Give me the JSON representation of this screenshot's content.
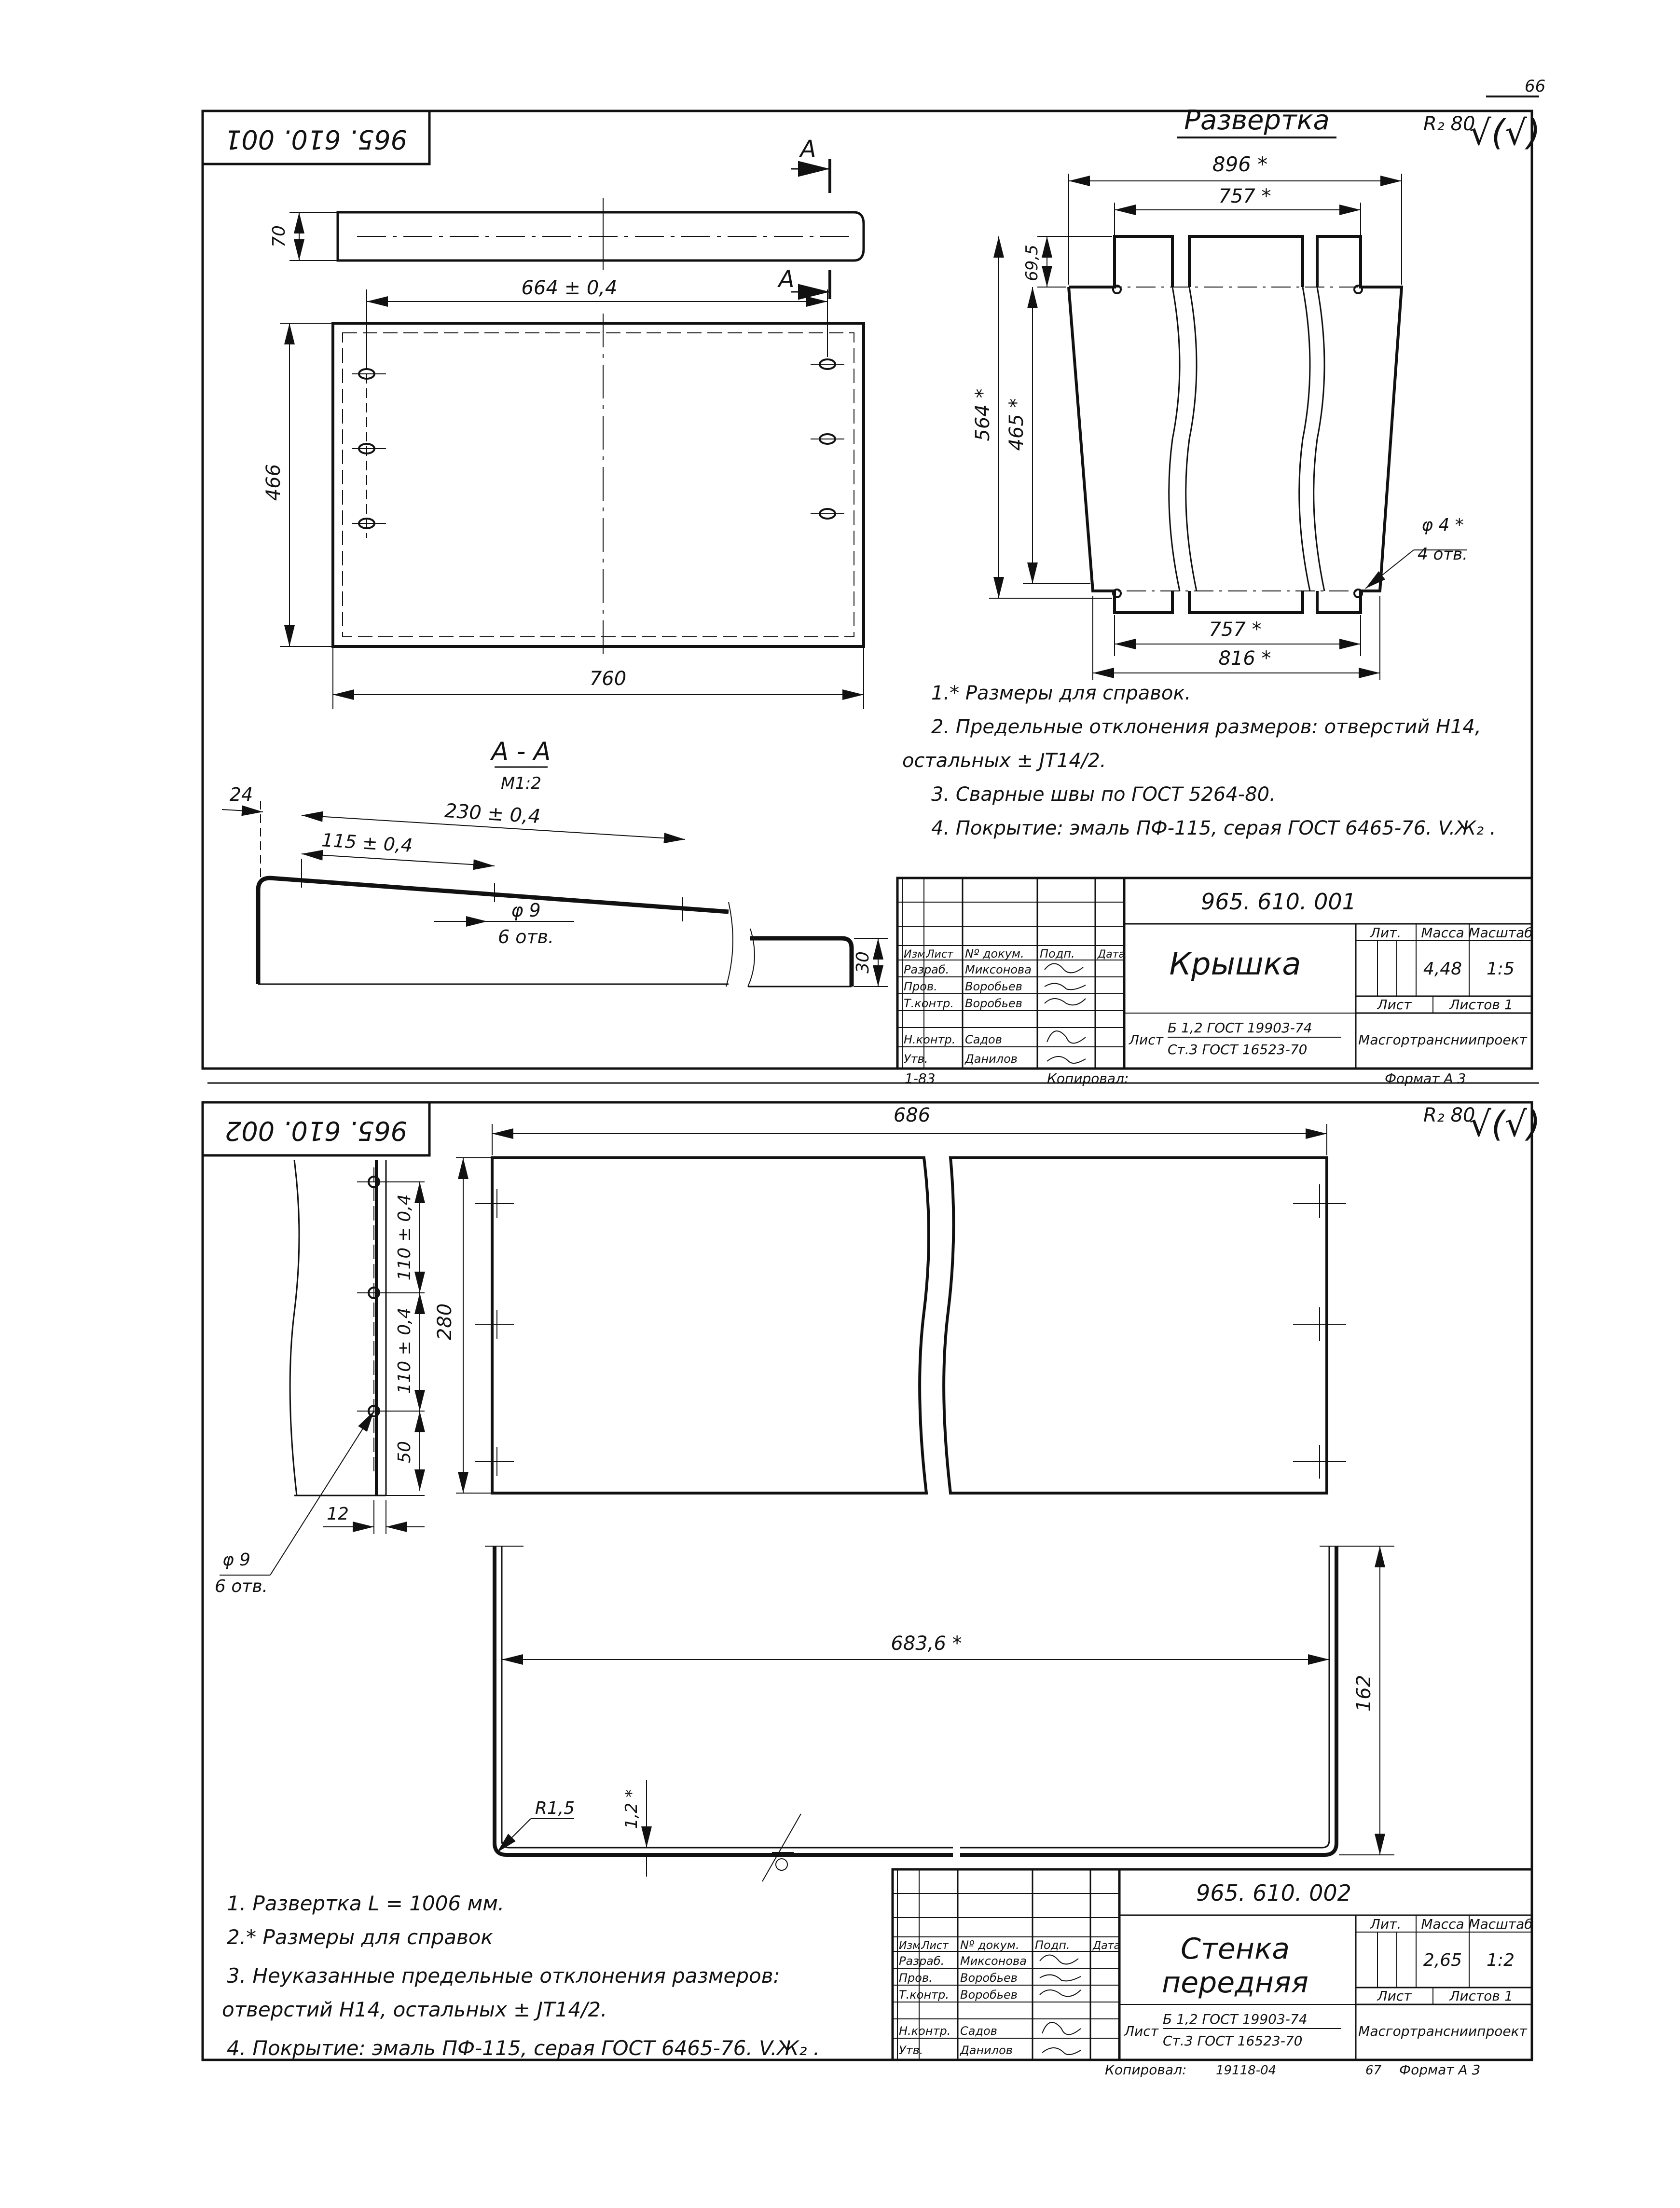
{
  "page_number": "66",
  "sheet1": {
    "code_stamp": "965. 610. 001",
    "roughness": "R₂ 80",
    "roughness_sym": "√(√)",
    "top_view": {
      "section_mark": "A",
      "dim_height": "70",
      "dim_length_tol": "664 ± 0,4",
      "dim_width": "466",
      "dim_length": "760"
    },
    "section": {
      "title": "A - A",
      "scale": "M1:2",
      "dim_24": "24",
      "dim_230": "230 ± 0,4",
      "dim_115": "115 ± 0,4",
      "hole": "φ 9",
      "hole_count": "6 отв.",
      "dim_30": "30"
    },
    "flat_pattern": {
      "title": "Развертка",
      "dim_896": "896 *",
      "dim_757_top": "757 *",
      "dim_69_5": "69,5",
      "dim_564": "564 *",
      "dim_465": "465 *",
      "hole": "φ 4 *",
      "hole_count": "4 отв.",
      "dim_757_bot": "757 *",
      "dim_816": "816 *"
    },
    "notes": [
      "1.* Размеры для справок.",
      "2. Предельные отклонения размеров: отверстий H14,",
      "остальных ± JT14/2.",
      "3. Сварные швы по ГОСТ 5264-80.",
      "4. Покрытие: эмаль ПФ-115, серая ГОСТ 6465-76. V.Ж₂ ."
    ],
    "title_block": {
      "doc_code": "965. 610. 001",
      "name_line1": "Крышка",
      "name_line2": "",
      "hdr_lit": "Лит.",
      "hdr_mass": "Масса",
      "hdr_scale": "Масштаб",
      "mass": "4,48",
      "scale": "1:5",
      "sheet": "Лист",
      "sheets": "Листов 1",
      "material_label": "Лист",
      "material_1": "Б 1,2 ГОСТ 19903-74",
      "material_2": "Ст.3 ГОСТ 16523-70",
      "org": "Масгортрансниипроект",
      "col_izm": "Изм.",
      "col_list": "Лист",
      "col_doc": "Nº докум.",
      "col_sign": "Подп.",
      "col_date": "Дата",
      "roles": [
        {
          "role": "Разраб.",
          "name": "Миксонова"
        },
        {
          "role": "Пров.",
          "name": "Воробьев"
        },
        {
          "role": "Т.контр.",
          "name": "Воробьев"
        },
        {
          "role": "Н.контр.",
          "name": "Садов"
        },
        {
          "role": "Утв.",
          "name": "Данилов"
        }
      ]
    },
    "footer_left": "1-83",
    "footer_copy": "Копировал:",
    "footer_format": "Формат А 3"
  },
  "sheet2": {
    "code_stamp": "965. 610. 002",
    "roughness": "R₂ 80",
    "roughness_sym": "√(√)",
    "dims": {
      "dim_686": "686",
      "dim_280": "280",
      "dim_110_a": "110 ± 0,4",
      "dim_110_b": "110 ± 0,4",
      "dim_50": "50",
      "dim_12": "12",
      "hole": "φ 9",
      "hole_count": "6 отв.",
      "dim_683": "683,6 *",
      "dim_162": "162",
      "radius": "R1,5",
      "thickness": "1,2 *"
    },
    "notes": [
      "1. Развертка  L = 1006 мм.",
      "2.* Размеры для справок",
      "3. Неуказанные предельные отклонения размеров:",
      "отверстий H14, остальных  ± JT14/2.",
      "4. Покрытие: эмаль ПФ-115, серая ГОСТ 6465-76. V.Ж₂ ."
    ],
    "title_block": {
      "doc_code": "965. 610. 002",
      "name_line1": "Стенка",
      "name_line2": "передняя",
      "hdr_lit": "Лит.",
      "hdr_mass": "Масса",
      "hdr_scale": "Масштаб",
      "mass": "2,65",
      "scale": "1:2",
      "sheet": "Лист",
      "sheets": "Листов 1",
      "material_label": "Лист",
      "material_1": "Б 1,2 ГОСТ 19903-74",
      "material_2": "Ст.3 ГОСТ 16523-70",
      "org": "Масгортрансниипроект",
      "col_izm": "Изм.",
      "col_list": "Лист",
      "col_doc": "Nº докум.",
      "col_sign": "Подп.",
      "col_date": "Дата",
      "roles": [
        {
          "role": "Разраб.",
          "name": "Миксонова"
        },
        {
          "role": "Пров.",
          "name": "Воробьев"
        },
        {
          "role": "Т.контр.",
          "name": "Воробьев"
        },
        {
          "role": "Н.контр.",
          "name": "Садов"
        },
        {
          "role": "Утв.",
          "name": "Данилов"
        }
      ]
    },
    "footer_copy": "Копировал:",
    "footer_num": "19118-04",
    "footer_page": "67",
    "footer_format": "Формат А 3"
  }
}
